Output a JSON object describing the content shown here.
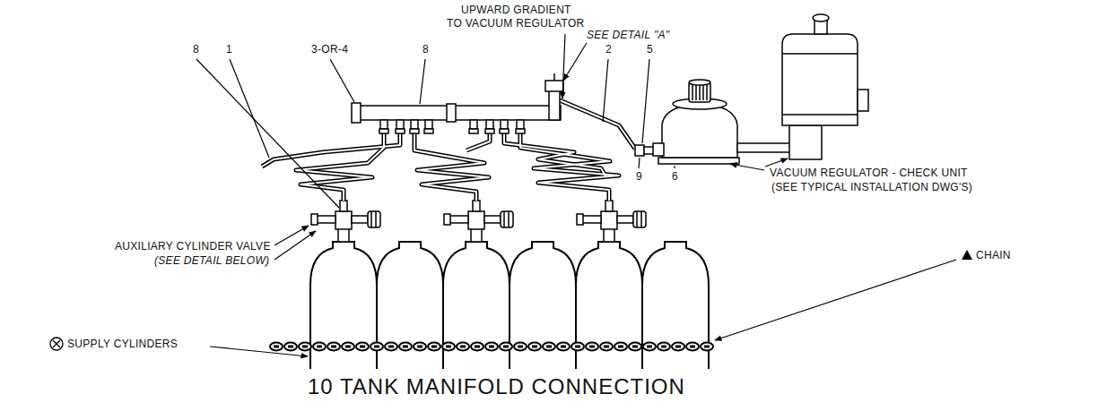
{
  "diagram": {
    "caption": "10 TANK MANIFOLD CONNECTION",
    "labels": [
      "UPWARD GRADIENT",
      "TO VACUUM REGULATOR",
      "SEE DETAIL \"A\"",
      "8",
      "1",
      "3-OR-4",
      "8",
      "2",
      "5",
      "9",
      "6",
      "AUXILIARY CYLINDER VALVE",
      "(SEE DETAIL BELOW)",
      "VACUUM REGULATOR - CHECK UNIT",
      "(SEE TYPICAL INSTALLATION DWG'S)",
      "CHAIN",
      "SUPPLY CYLINDERS"
    ]
  }
}
